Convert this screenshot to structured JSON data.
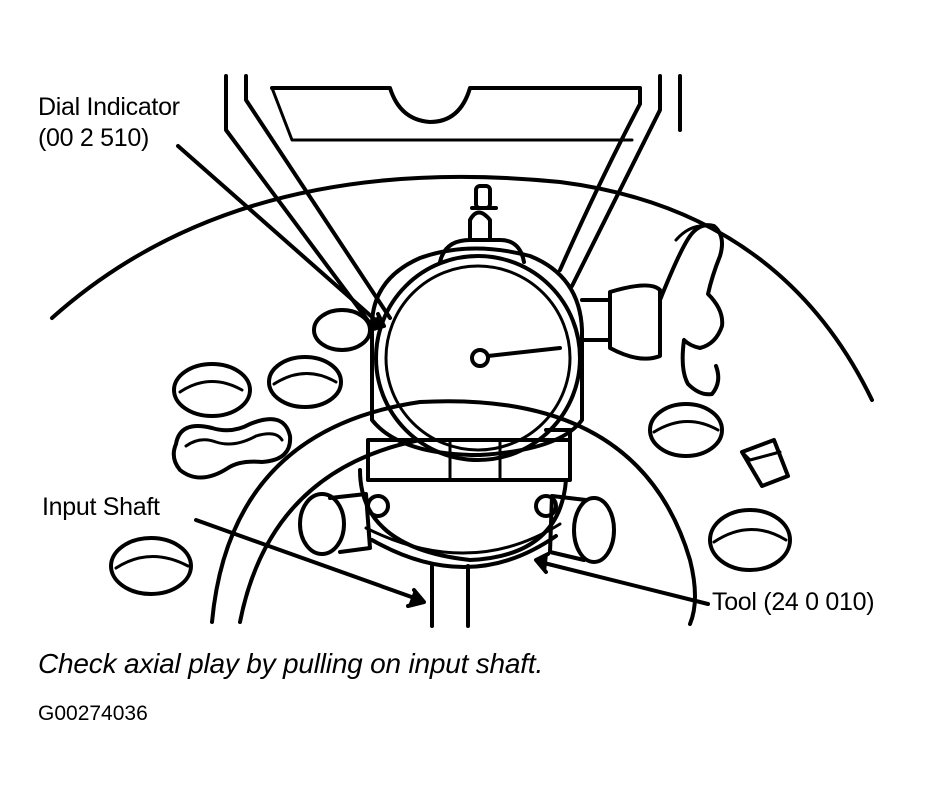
{
  "labels": {
    "dial_indicator_line1": "Dial Indicator",
    "dial_indicator_line2": "(00 2 510)",
    "input_shaft": "Input Shaft",
    "tool": "Tool (24 0 010)"
  },
  "caption": "Check axial play by pulling on input shaft.",
  "figure_code": "G00274036"
}
